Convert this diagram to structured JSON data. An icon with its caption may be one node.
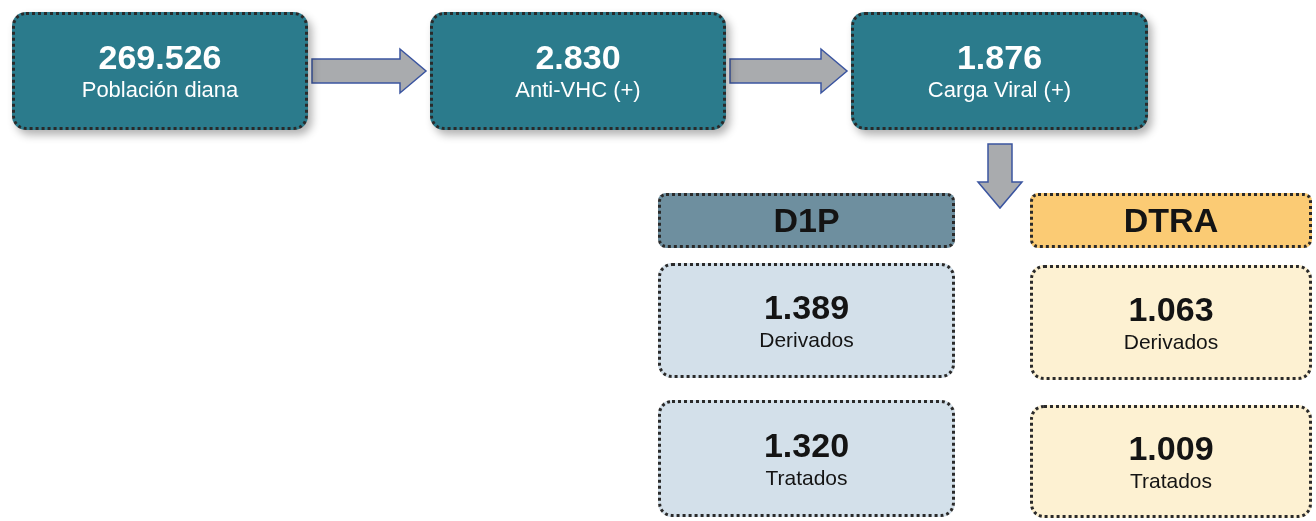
{
  "diagram": {
    "nodes": [
      {
        "text": [
          "269.526",
          "Población diana"
        ]
      },
      {
        "text": [
          "2.830",
          "Anti-VHC (+)"
        ]
      },
      {
        "text": [
          "1.876",
          "Carga Viral (+)"
        ]
      },
      {
        "text": [
          "D1P"
        ]
      },
      {
        "text": [
          "DTRA"
        ]
      },
      {
        "text": [
          "1.389",
          "Derivados"
        ]
      },
      {
        "text": [
          "1.063",
          "Derivados"
        ]
      },
      {
        "text": [
          "1.320",
          "Tratados"
        ]
      },
      {
        "text": [
          "1.009",
          "Tratados"
        ]
      }
    ],
    "edges": [
      {
        "from": 0,
        "to": 1,
        "arrow": "to"
      },
      {
        "from": 1,
        "to": 2,
        "arrow": "to"
      },
      {
        "from": 2,
        "to": null,
        "arrow": "to"
      }
    ]
  }
}
